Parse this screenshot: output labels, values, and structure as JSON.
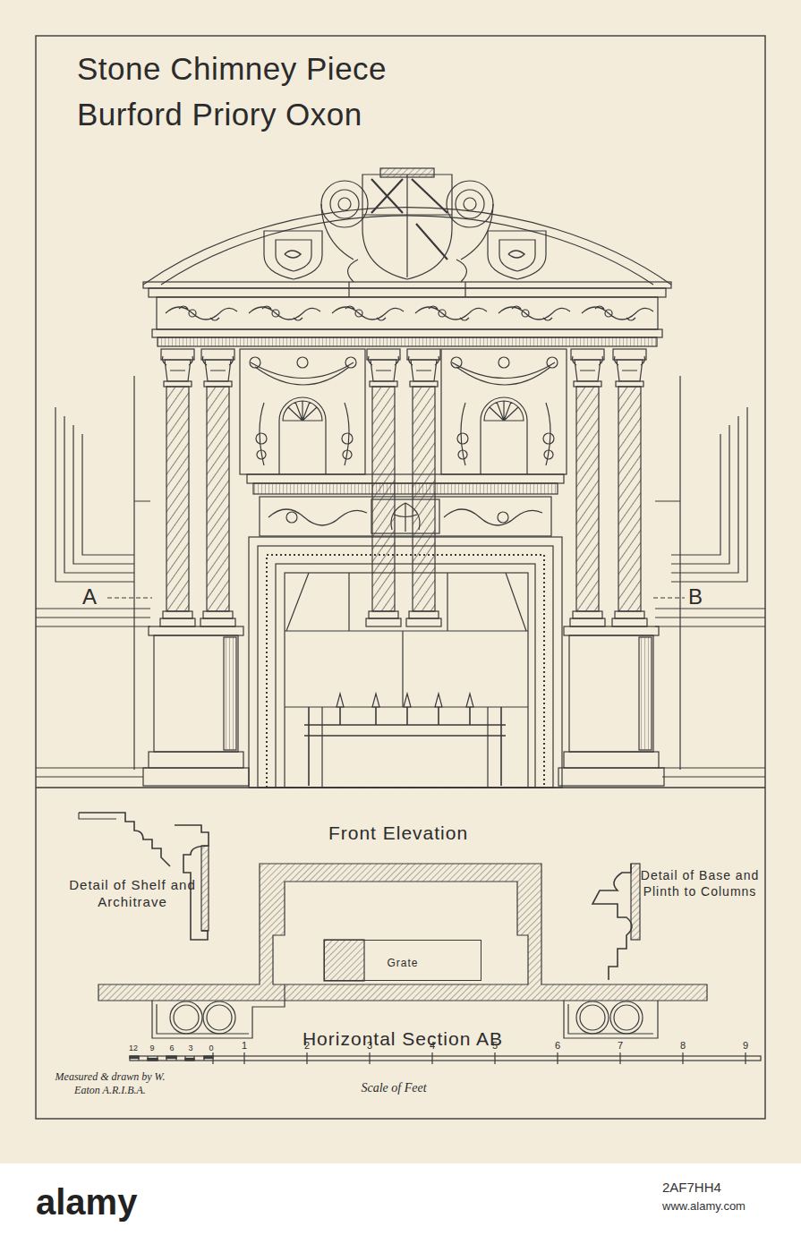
{
  "diagram": {
    "title": "Stone Chimney Piece Burford Priory Oxon",
    "nodes": [
      {
        "text": [
          "Grate"
        ]
      }
    ],
    "labels": [
      "A",
      "B",
      "Front Elevation",
      "Detail of Shelf and Architrave",
      "Detail of Base and Plinth to Columns",
      "Horizontal Section AB",
      "12",
      "9",
      "6",
      "3",
      "0",
      "1",
      "2",
      "3",
      "4",
      "5",
      "6",
      "7",
      "8",
      "9",
      "Scale of Feet",
      "Measured & drawn by W. Eaton A.R.I.B.A.",
      "alamy",
      "2AF7HH4",
      "www.alamy.com"
    ]
  }
}
